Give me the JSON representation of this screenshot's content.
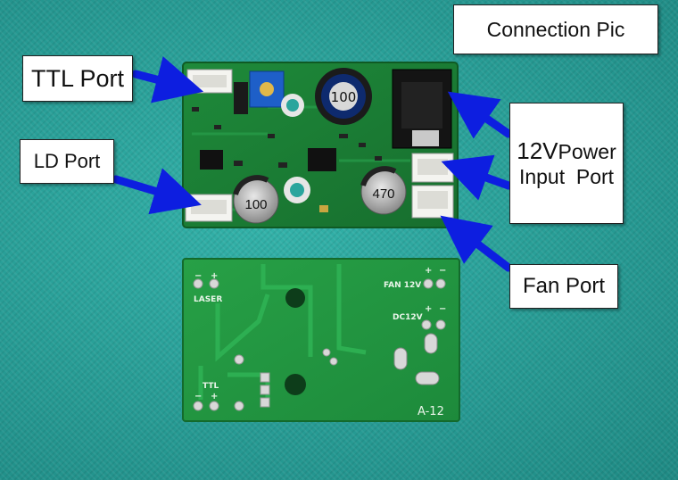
{
  "labels": {
    "connection": "Connection Pic",
    "ttl_port": "TTL Port",
    "ld_port": "LD Port",
    "power_line1_prefix": "12V",
    "power_line1_suffix": "Power",
    "power_line2": "Input  Port",
    "fan_port": "Fan Port"
  },
  "board_silkscreen": {
    "laser": "LASER",
    "ttl": "TTL",
    "fan_12v": "FAN 12V",
    "dc12v": "DC12V",
    "model": "A-12",
    "inductor": "100",
    "cap1": "100",
    "cap2": "470",
    "plus": "+",
    "minus": "−"
  },
  "colors": {
    "background": "#2aa59d",
    "pcb": "#1f8f3c",
    "arrow": "#0d1ee0"
  }
}
